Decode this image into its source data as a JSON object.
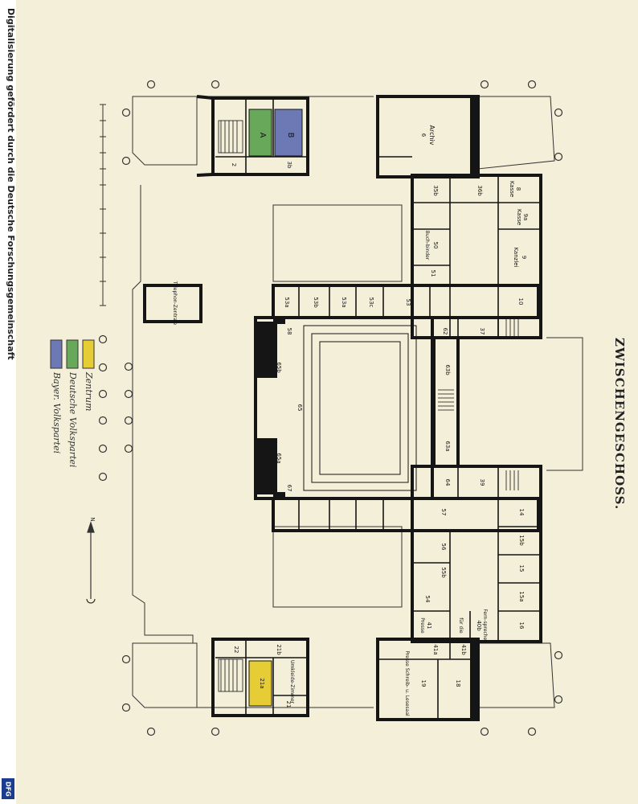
{
  "title": "ZWISCHENGESCHOSS.",
  "credit": "Digitalisierung gefördert durch die Deutsche Forschungsgemeinschaft",
  "logo": "DFG",
  "colors": {
    "paper": "#f3efd9",
    "wall": "#151515",
    "zentrum": "#e6cc35",
    "deutsche_volkspartei": "#68a85a",
    "bayer_volkspartei": "#6d79b4"
  },
  "legend": [
    {
      "label": "Zentrum",
      "color": "#e6cc35"
    },
    {
      "label": "Deutsche Volkspartei",
      "color": "#68a85a"
    },
    {
      "label": "Bayer. Volkspartei",
      "color": "#6d79b4"
    }
  ],
  "rooms": {
    "A": "A",
    "B": "B",
    "r2": "2",
    "r3b": "3b",
    "r6": "6",
    "archiv": "Archiv",
    "r35b": "35b",
    "r36b": "36b",
    "r8": "8",
    "kasse": "Kasse",
    "r9a": "9a",
    "kanzlei": "Kanzlei",
    "r9": "9",
    "r10": "10",
    "buchbinder": "Buch-binder",
    "r50": "50",
    "r51": "51",
    "r53a": "53a",
    "r53": "53",
    "r53b": "53b",
    "r53c": "53c",
    "r65b": "65b",
    "r65": "65",
    "r65a": "65a",
    "r67": "67",
    "r58": "58",
    "r62": "62",
    "r37": "37",
    "r63b": "63b",
    "r63a": "63a",
    "r64": "64",
    "r39": "39",
    "r14": "14",
    "r15b": "15b",
    "r15": "15",
    "r15a": "15a",
    "r16": "16",
    "r57": "57",
    "r56": "56",
    "r55b": "55b",
    "r54": "54",
    "r41": "41",
    "presse": "Presse",
    "fuer_die": "für die",
    "fernsprecher": "Fern-sprecher",
    "r40b": "40b",
    "r41b": "41b",
    "r41a": "41a",
    "r19": "19",
    "lesesaal": "Presse Schreib- u. Lesesaal",
    "r18": "18",
    "r22": "22",
    "r21b": "21b",
    "r21a": "21a",
    "umkleide": "Umkleide-Zimmer",
    "r21": "21",
    "telephon": "Telephon-Zentrale",
    "north": "N"
  }
}
